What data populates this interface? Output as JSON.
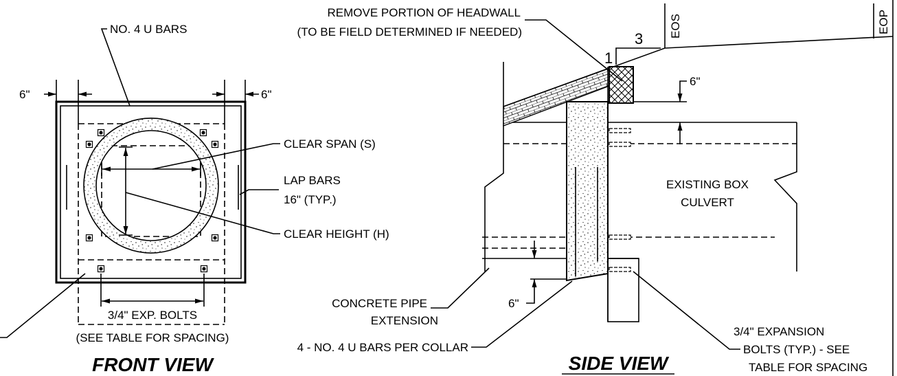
{
  "front_view": {
    "title": "FRONT VIEW",
    "u_bars_label": "NO. 4 U BARS",
    "dim_left": "6\"",
    "dim_right": "6\"",
    "clear_span_label": "CLEAR SPAN (S)",
    "lap_bars_label": "LAP BARS",
    "lap_bars_length": "16\" (TYP.)",
    "clear_height_label": "CLEAR HEIGHT (H)",
    "bolts_label": "3/4\" EXP. BOLTS",
    "bolts_note": "(SEE TABLE FOR SPACING)"
  },
  "side_view": {
    "title": "SIDE VIEW",
    "headwall_note_line1": "REMOVE PORTION OF HEADWALL",
    "headwall_note_line2": "(TO BE FIELD DETERMINED IF NEEDED)",
    "slope_horizontal": "3",
    "slope_vertical": "1",
    "eos_label": "EOS",
    "eop_label": "EOP",
    "dim_top": "6\"",
    "dim_bottom": "6\"",
    "culvert_label_line1": "EXISTING BOX",
    "culvert_label_line2": "CULVERT",
    "pipe_extension_line1": "CONCRETE PIPE",
    "pipe_extension_line2": "EXTENSION",
    "u_bars_per_collar": "4 - NO. 4 U BARS PER COLLAR",
    "expansion_bolts_line1": "3/4\" EXPANSION",
    "expansion_bolts_line2": "BOLTS (TYP.) - SEE",
    "expansion_bolts_line3": "TABLE FOR SPACING"
  },
  "colors": {
    "ink": "#000000",
    "paper": "#ffffff"
  }
}
